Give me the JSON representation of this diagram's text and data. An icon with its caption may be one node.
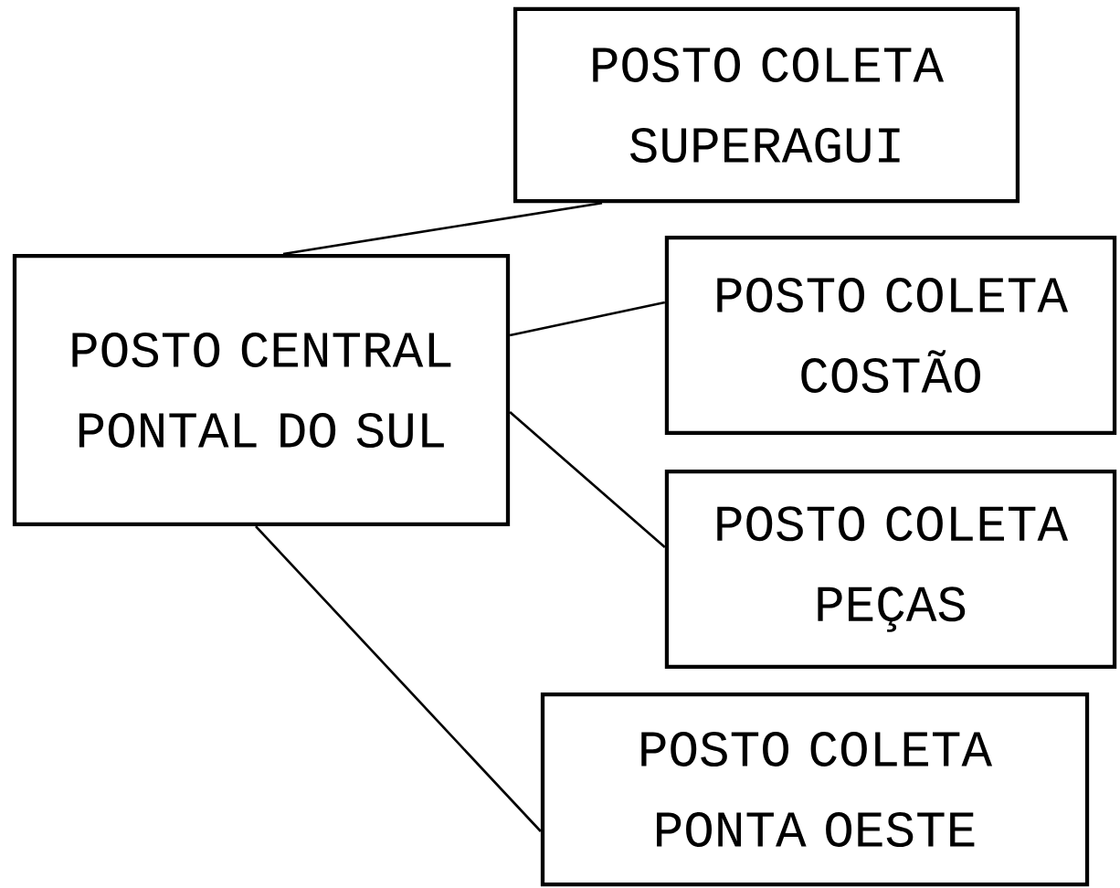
{
  "diagram": {
    "nodes": [
      {
        "text": [
          "POSTO CENTRAL PONTAL DO SUL"
        ]
      },
      {
        "text": [
          "POSTO COLETA SUPERAGUI"
        ]
      },
      {
        "text": [
          "POSTO COLETA COSTÃO"
        ]
      },
      {
        "text": [
          "POSTO COLETA PEÇAS"
        ]
      },
      {
        "text": [
          "POSTO COLETA PONTA OESTE"
        ]
      }
    ],
    "edges": [
      {
        "from": 0,
        "to": 1,
        "arrow": "none"
      },
      {
        "from": 0,
        "to": 2,
        "arrow": "none"
      },
      {
        "from": 0,
        "to": 3,
        "arrow": "none"
      },
      {
        "from": 0,
        "to": 4,
        "arrow": "none"
      }
    ]
  }
}
